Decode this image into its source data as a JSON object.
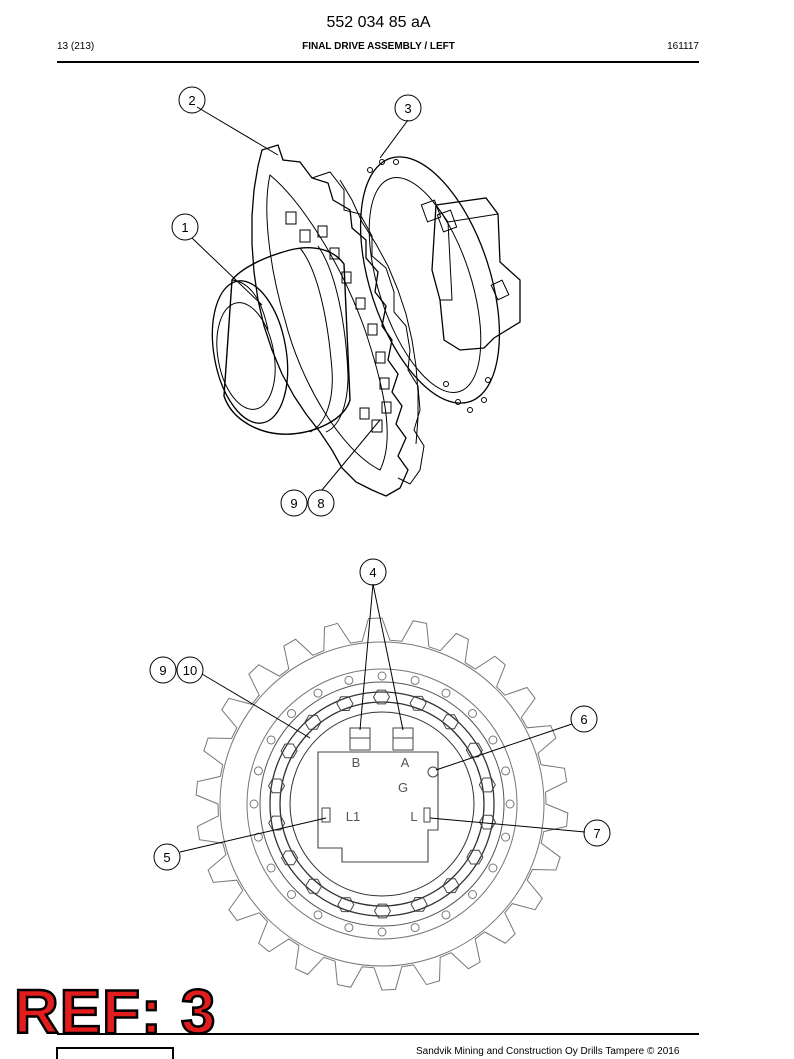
{
  "header": {
    "doc_number": "552 034 85 aA",
    "page": "13 (213)",
    "title": "FINAL DRIVE ASSEMBLY / LEFT",
    "date_code": "161117"
  },
  "callouts_top": [
    "1",
    "2",
    "3",
    "9",
    "8"
  ],
  "callouts_bottom": [
    "4",
    "9",
    "10",
    "6",
    "5",
    "7"
  ],
  "port_labels": [
    "B",
    "A",
    "G",
    "L1",
    "L"
  ],
  "stamp": {
    "text": "REF: 3"
  },
  "footer": {
    "text": "Sandvik Mining and Construction Oy Drills Tampere © 2016"
  }
}
